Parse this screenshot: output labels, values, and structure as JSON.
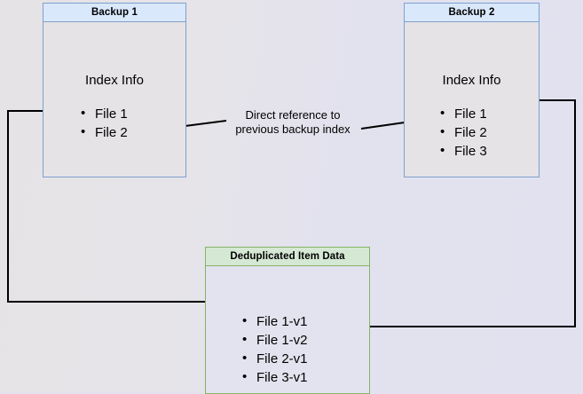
{
  "diagram": {
    "background_color": "#e1e1ef",
    "boxes": [
      {
        "id": "backup1",
        "title": "Backup 1",
        "subtitle": "Index Info",
        "accent_color": "#7ea0cd",
        "header_fill": "#dae8fc",
        "items": [
          "File 1",
          "File 2"
        ]
      },
      {
        "id": "backup2",
        "title": "Backup 2",
        "subtitle": "Index Info",
        "accent_color": "#7ea0cd",
        "header_fill": "#dae8fc",
        "items": [
          "File 1",
          "File 2",
          "File 3"
        ]
      },
      {
        "id": "dedup",
        "title": "Deduplicated Item Data",
        "subtitle": "",
        "accent_color": "#84b465",
        "header_fill": "#d5e8d4",
        "items": [
          "File 1-v1",
          "File 1-v2",
          "File 2-v1",
          "File 3-v1"
        ]
      }
    ],
    "edge_labels": {
      "reference_line1": "Direct reference to",
      "reference_line2": "previous backup index"
    },
    "edge_color": "#000000"
  }
}
